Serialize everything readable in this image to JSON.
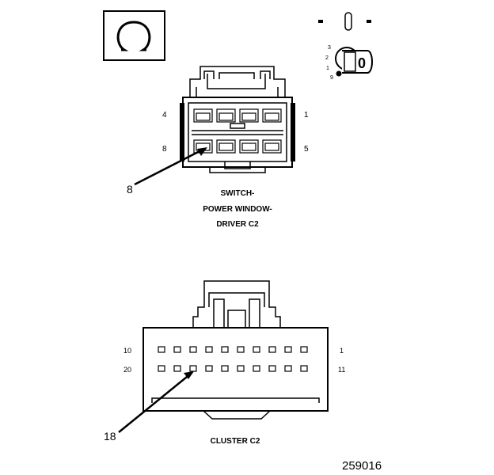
{
  "symbols": {
    "ohm_icon": "ohm-icon",
    "key_icon": "ignition-key-icon"
  },
  "ignition": {
    "positions": [
      "3",
      "2",
      "1",
      "9"
    ],
    "key_label": "0"
  },
  "connector_c2_switch": {
    "pins": {
      "top_left": "4",
      "top_right": "1",
      "bottom_left": "8",
      "bottom_right": "5"
    },
    "callout": "8",
    "title_lines": [
      "SWITCH-",
      "POWER WINDOW-",
      "DRIVER C2"
    ]
  },
  "connector_cluster": {
    "pins": {
      "top_left": "10",
      "top_right": "1",
      "bottom_left": "20",
      "bottom_right": "11"
    },
    "callout": "18",
    "title": "CLUSTER C2"
  },
  "figure_number": "259016"
}
